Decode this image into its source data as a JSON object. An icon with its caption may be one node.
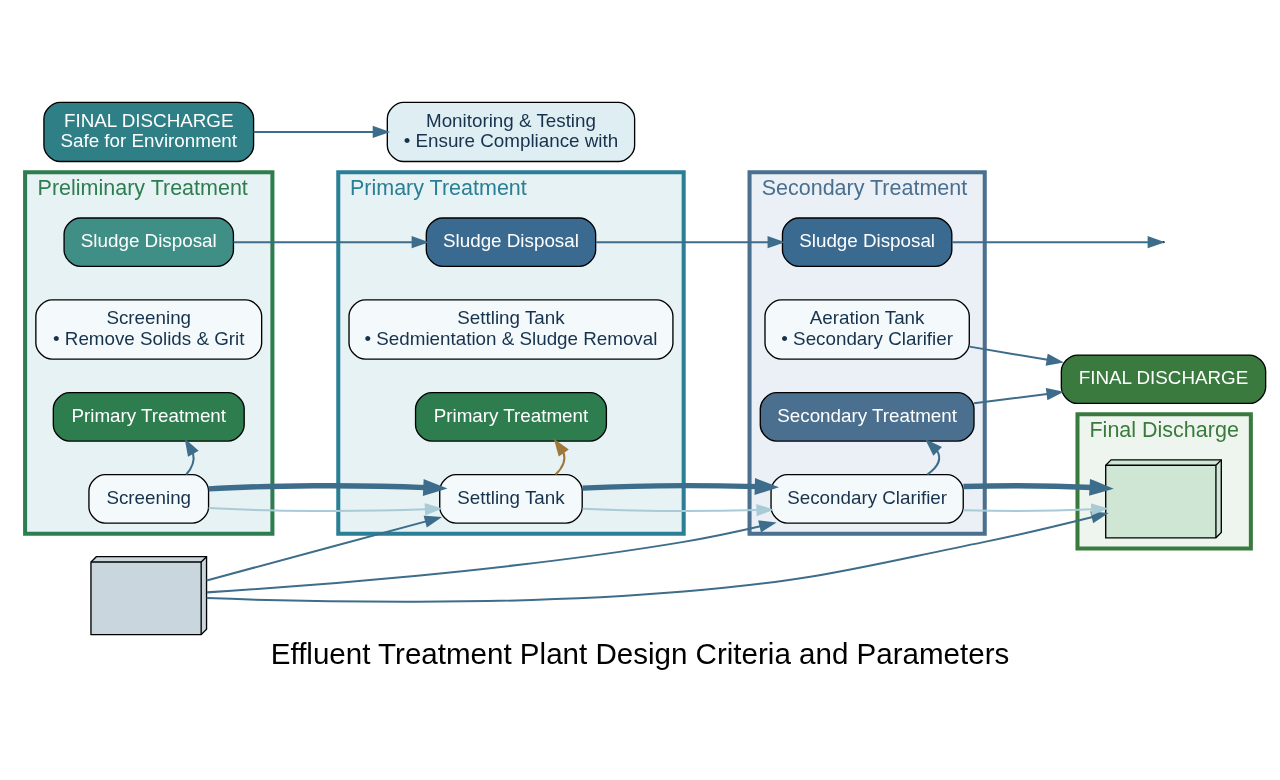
{
  "diagram": {
    "title": "Effluent Treatment Plant Design Criteria and Parameters",
    "nodes": [
      {
        "text": [],
        "shape": "picture"
      },
      {
        "text": [
          "Preliminary Treatment"
        ]
      },
      {
        "text": [
          "Screening"
        ],
        "in": 1
      },
      {
        "text": [
          "Primary Treatment"
        ],
        "in": 1
      },
      {
        "text": [
          "Screening",
          "• Remove Solids & Grit"
        ],
        "in": 1
      },
      {
        "text": [
          "Sludge Disposal"
        ],
        "in": 1
      },
      {
        "text": [
          "Primary Treatment"
        ]
      },
      {
        "text": [
          "Settling Tank"
        ],
        "in": 6
      },
      {
        "text": [
          "Primary Treatment"
        ],
        "in": 6
      },
      {
        "text": [
          "Settling Tank",
          "• Sedmientation & Sludge Removal"
        ],
        "in": 6
      },
      {
        "text": [
          "Sludge Disposal"
        ],
        "in": 6
      },
      {
        "text": [
          "Secondary Treatment"
        ]
      },
      {
        "text": [
          "Secondary Clarifier"
        ],
        "in": 11
      },
      {
        "text": [
          "Secondary Treatment"
        ],
        "in": 11
      },
      {
        "text": [
          "Aeration Tank",
          "• Secondary Clarifier"
        ],
        "in": 11
      },
      {
        "text": [
          "Sludge Disposal"
        ],
        "in": 11
      },
      {
        "text": [
          "Final Discharge"
        ]
      },
      {
        "text": [],
        "shape": "picture",
        "in": 16
      },
      {
        "text": [
          "FINAL DISCHARGE"
        ]
      },
      {
        "text": [
          "FINAL DISCHARGE",
          "Safe for Environment"
        ]
      },
      {
        "text": [
          "Monitoring & Testing",
          "• Ensure Compliance with"
        ]
      }
    ],
    "edges": [
      {
        "from": 0,
        "to": 7,
        "arrow": "to"
      },
      {
        "from": 0,
        "to": 12,
        "arrow": "to"
      },
      {
        "from": 0,
        "to": 17,
        "arrow": "to"
      },
      {
        "from": 2,
        "to": 7,
        "arrow": "to",
        "color": "#a9cbd6"
      },
      {
        "from": 7,
        "to": 12,
        "arrow": "to",
        "color": "#a9cbd6"
      },
      {
        "from": 12,
        "to": 17,
        "arrow": "to",
        "color": "#a9cbd6"
      },
      {
        "from": 2,
        "to": 7,
        "arrow": "to",
        "style": "thick"
      },
      {
        "from": 7,
        "to": 12,
        "arrow": "to",
        "style": "thick"
      },
      {
        "from": 12,
        "to": 17,
        "arrow": "to",
        "style": "thick"
      },
      {
        "from": 2,
        "to": 3,
        "arrow": "to"
      },
      {
        "from": 7,
        "to": 8,
        "arrow": "to",
        "color": "#a0773a"
      },
      {
        "from": 12,
        "to": 13,
        "arrow": "to"
      },
      {
        "from": 5,
        "to": 10,
        "arrow": "to"
      },
      {
        "from": 10,
        "to": 15,
        "arrow": "to"
      },
      {
        "from": 15,
        "to": null,
        "arrow": "to"
      },
      {
        "from": 13,
        "to": 18,
        "arrow": "to"
      },
      {
        "from": 14,
        "to": 18,
        "arrow": "to"
      },
      {
        "from": 19,
        "to": 20,
        "arrow": "to"
      }
    ]
  }
}
